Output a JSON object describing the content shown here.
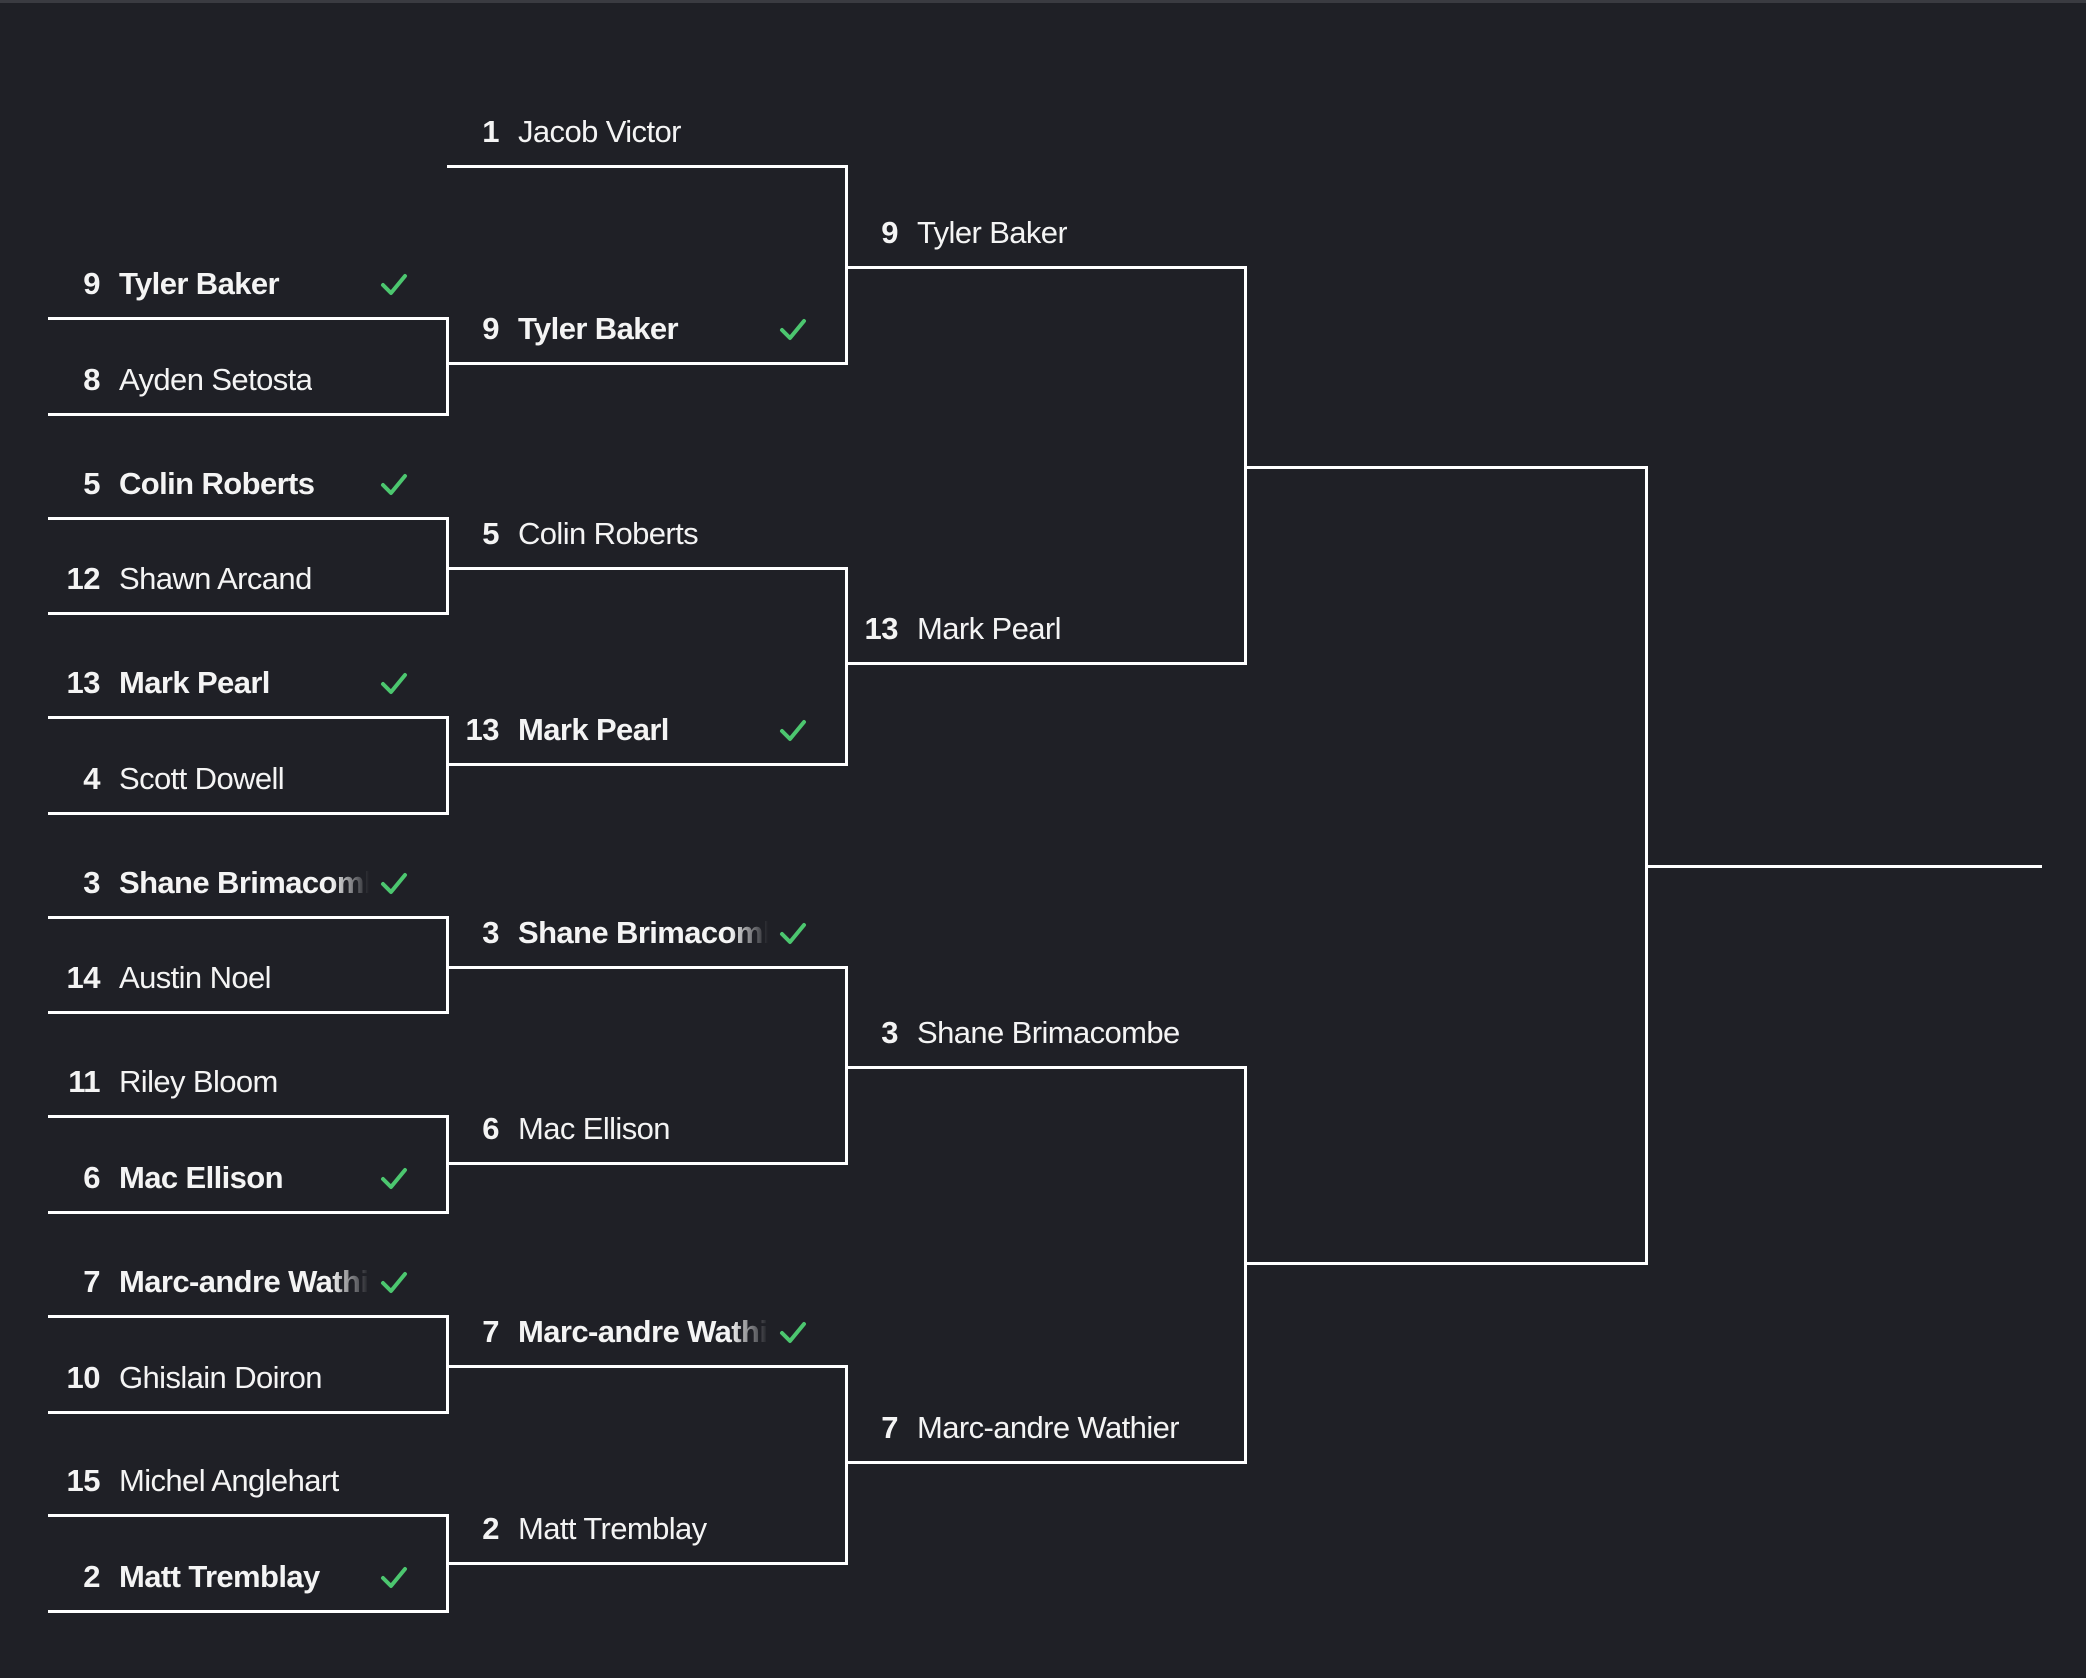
{
  "colors": {
    "background": "#1f2026",
    "line": "#ffffff",
    "check": "#4cc66f"
  },
  "rounds": [
    {
      "name": "round-1",
      "slots": [
        {
          "seed": "9",
          "name": "Tyler Baker",
          "winner": true
        },
        {
          "seed": "8",
          "name": "Ayden Setosta",
          "winner": false
        },
        {
          "seed": "5",
          "name": "Colin Roberts",
          "winner": true
        },
        {
          "seed": "12",
          "name": "Shawn Arcand",
          "winner": false
        },
        {
          "seed": "13",
          "name": "Mark Pearl",
          "winner": true
        },
        {
          "seed": "4",
          "name": "Scott Dowell",
          "winner": false
        },
        {
          "seed": "3",
          "name": "Shane Brimacombe",
          "winner": true
        },
        {
          "seed": "14",
          "name": "Austin Noel",
          "winner": false
        },
        {
          "seed": "11",
          "name": "Riley Bloom",
          "winner": false
        },
        {
          "seed": "6",
          "name": "Mac Ellison",
          "winner": true
        },
        {
          "seed": "7",
          "name": "Marc-andre Wathier",
          "winner": true
        },
        {
          "seed": "10",
          "name": "Ghislain Doiron",
          "winner": false
        },
        {
          "seed": "15",
          "name": "Michel Anglehart",
          "winner": false
        },
        {
          "seed": "2",
          "name": "Matt Tremblay",
          "winner": true
        }
      ]
    },
    {
      "name": "round-2",
      "slots": [
        {
          "seed": "1",
          "name": "Jacob Victor",
          "winner": false
        },
        {
          "seed": "9",
          "name": "Tyler Baker",
          "winner": true
        },
        {
          "seed": "5",
          "name": "Colin Roberts",
          "winner": false
        },
        {
          "seed": "13",
          "name": "Mark Pearl",
          "winner": true
        },
        {
          "seed": "3",
          "name": "Shane Brimacombe",
          "winner": true
        },
        {
          "seed": "6",
          "name": "Mac Ellison",
          "winner": false
        },
        {
          "seed": "7",
          "name": "Marc-andre Wathier",
          "winner": true
        },
        {
          "seed": "2",
          "name": "Matt Tremblay",
          "winner": false
        }
      ]
    },
    {
      "name": "round-3",
      "slots": [
        {
          "seed": "9",
          "name": "Tyler Baker",
          "winner": false
        },
        {
          "seed": "13",
          "name": "Mark Pearl",
          "winner": false
        },
        {
          "seed": "3",
          "name": "Shane Brimacombe",
          "winner": false
        },
        {
          "seed": "7",
          "name": "Marc-andre Wathier",
          "winner": false
        }
      ]
    }
  ]
}
